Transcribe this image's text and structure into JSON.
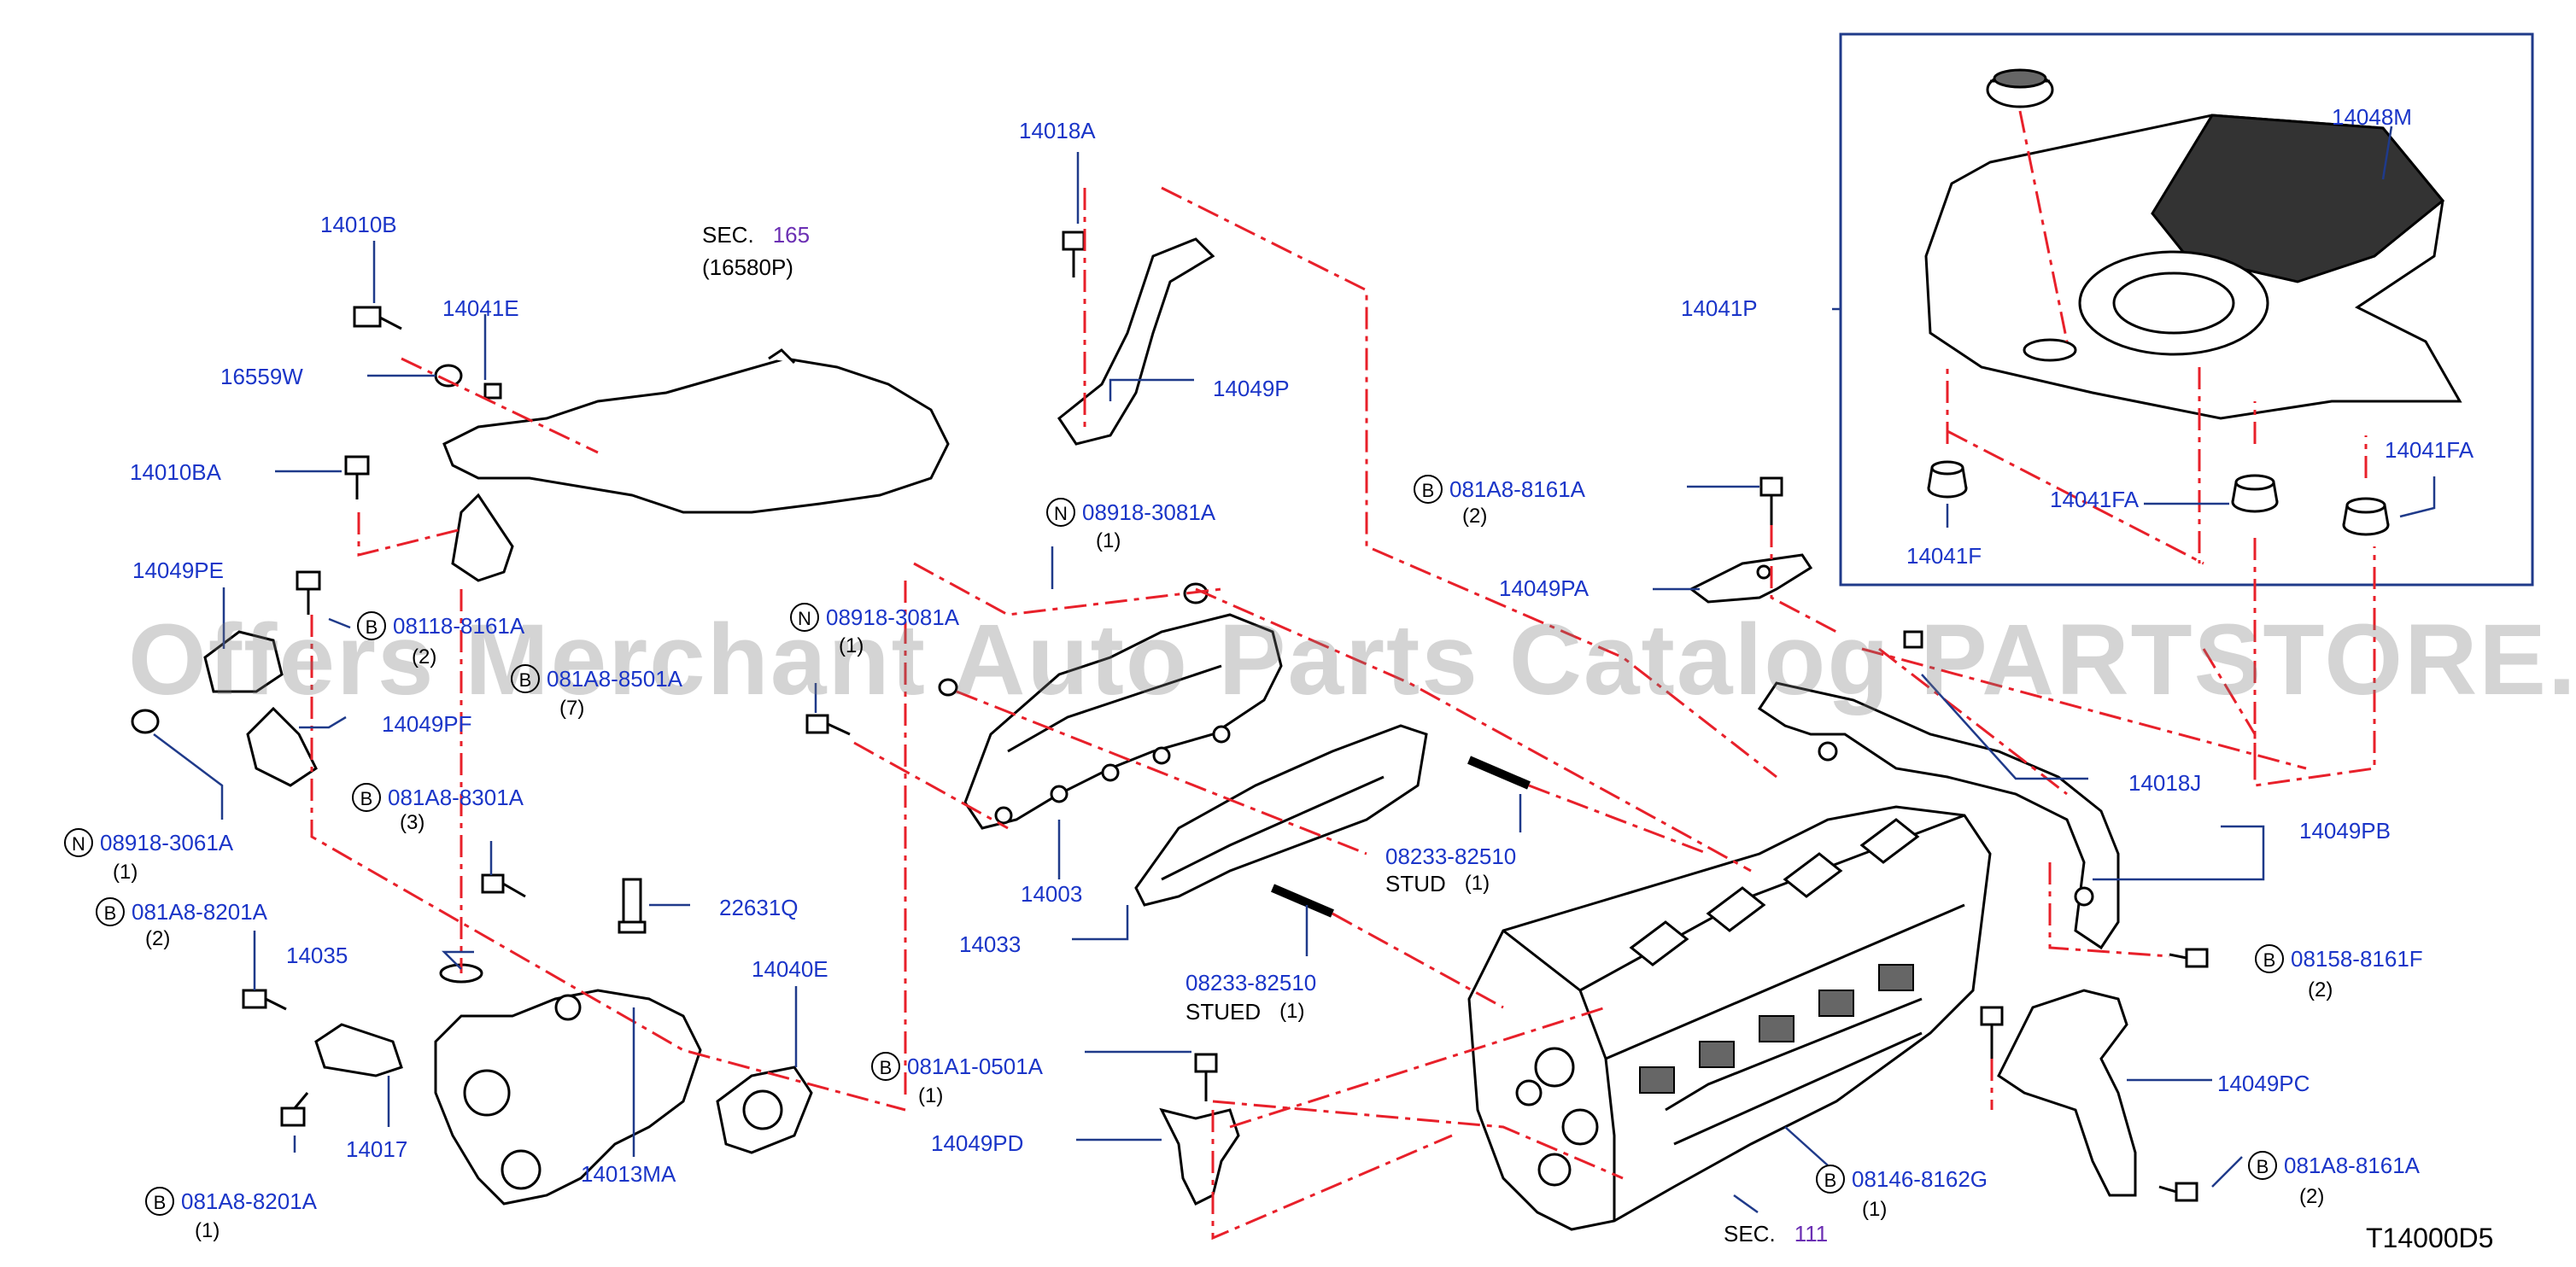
{
  "colors": {
    "part_number": "#1a35c8",
    "section_ref": "#6b2fb3",
    "leader_dash": "#e8202a",
    "line": "#000000"
  },
  "watermark": "Offers Merchant Auto Parts Catalog PARTSTORE.SA",
  "drawing_id": "T14000D5",
  "sections": [
    {
      "prefix": "SEC.",
      "number": "165",
      "sub": "(16580P)"
    },
    {
      "prefix": "SEC.",
      "number": "111"
    }
  ],
  "callouts": {
    "p14010B": "14010B",
    "p14041E": "14041E",
    "p16559W": "16559W",
    "p14010BA": "14010BA",
    "p14049PE": "14049PE",
    "p14049PF": "14049PF",
    "p14035": "14035",
    "p14017": "14017",
    "p14013MA": "14013MA",
    "p14040E": "14040E",
    "p22631Q": "22631Q",
    "p14018A": "14018A",
    "p14049P": "14049P",
    "p14003": "14003",
    "p14033": "14033",
    "p14049PD": "14049PD",
    "p14049PA": "14049PA",
    "p14018J": "14018J",
    "p14049PB": "14049PB",
    "p14049PC": "14049PC",
    "p14041P": "14041P",
    "p14048M": "14048M",
    "p14041FA_a": "14041FA",
    "p14041FA_b": "14041FA",
    "p14041F": "14041F"
  },
  "prefixed": {
    "b_08118": {
      "symbol": "B",
      "number": "08118-8161A",
      "qty": "(2)"
    },
    "b_081A8_a": {
      "symbol": "B",
      "number": "081A8-8501A",
      "qty": "(7)"
    },
    "b_081A8_8301": {
      "symbol": "B",
      "number": "081A8-8301A",
      "qty": "(3)"
    },
    "n_08918_3061": {
      "symbol": "N",
      "number": "08918-3061A",
      "qty": "(1)"
    },
    "b_081A8_8201_a": {
      "symbol": "B",
      "number": "081A8-8201A",
      "qty": "(2)"
    },
    "b_081A8_8201_b": {
      "symbol": "B",
      "number": "081A8-8201A",
      "qty": "(1)"
    },
    "n_08918_3081_a": {
      "symbol": "N",
      "number": "08918-3081A",
      "qty": "(1)"
    },
    "n_08918_3081_b": {
      "symbol": "N",
      "number": "08918-3081A",
      "qty": "(1)"
    },
    "b_081A1_0501": {
      "symbol": "B",
      "number": "081A1-0501A",
      "qty": "(1)"
    },
    "b_081A8_8161_top": {
      "symbol": "B",
      "number": "081A8-8161A",
      "qty": "(2)"
    },
    "b_08158_8161F": {
      "symbol": "B",
      "number": "08158-8161F",
      "qty": "(2)"
    },
    "b_08146_8162G": {
      "symbol": "B",
      "number": "08146-8162G",
      "qty": "(1)"
    },
    "b_081A8_8161_bot": {
      "symbol": "B",
      "number": "081A8-8161A",
      "qty": "(2)"
    }
  },
  "studs": [
    {
      "number": "08233-82510",
      "desc": "STUD",
      "qty": "(1)"
    },
    {
      "number": "08233-82510",
      "desc": "STUED",
      "qty": "(1)"
    }
  ]
}
